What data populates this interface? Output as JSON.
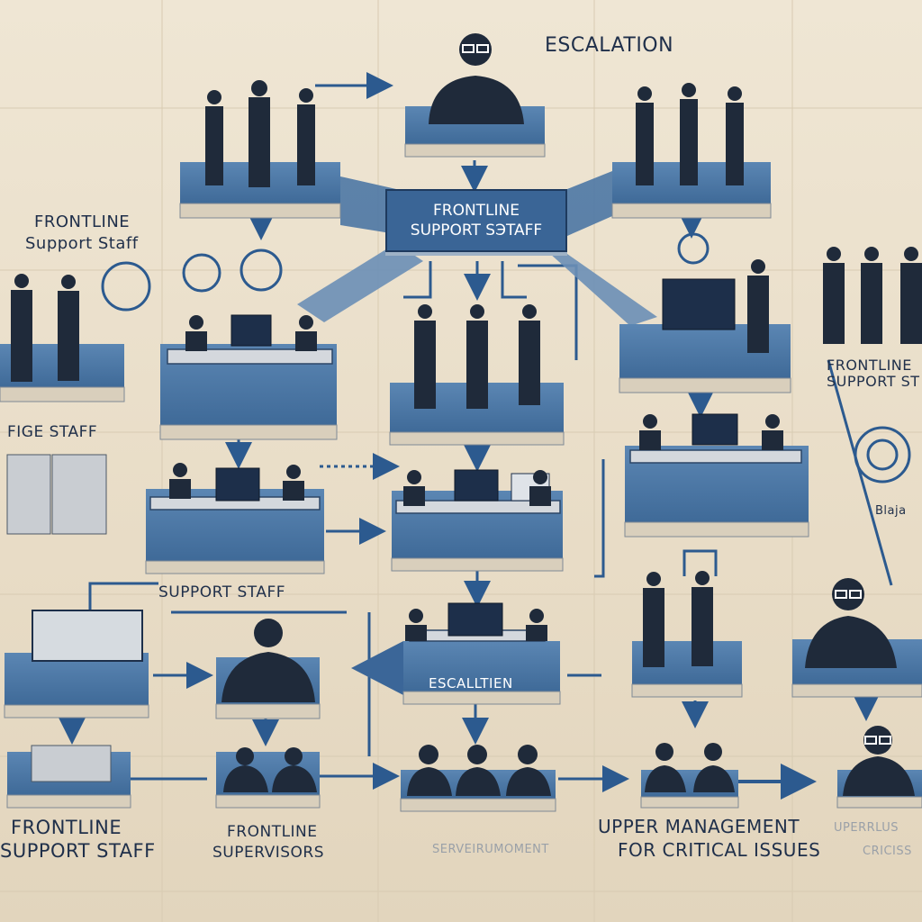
{
  "labels": {
    "escalation_top": "ESCALATION",
    "center_title_line1": "FRONTLINE",
    "center_title_line2": "SUPPORT SЭTAFF",
    "left_frontline_line1": "FRONTLINE",
    "left_frontline_line2": "Support Staff",
    "left_staff": "FIGE STAFF",
    "right_frontline_line1": "FRONTLINE",
    "right_frontline_line2": "SUPPORT ST",
    "right_tag": "Blaja",
    "support_staff_mid": "SUPPORT STAFF",
    "escalation_mid": "ESCALLTIEN",
    "bottom_left_line1": "FRONTLINE",
    "bottom_left_line2": "SUPPORT STAFF",
    "bottom_supervisors_line1": "FRONTLINE",
    "bottom_supervisors_line2": "SUPERVISORS",
    "bottom_faint": "SERVEIRUMOMENT",
    "upper_line1": "UPPER MANAGEMENT",
    "upper_line2": "FOR CRITICAL ISSUES",
    "far_right_line1": "UPERRLUS",
    "far_right_line2": "CRICISS"
  },
  "colors": {
    "platform_top": "#4f79a6",
    "platform_front": "#2f5683",
    "arrow": "#2c5a8f",
    "figure": "#1f2a3a",
    "background": "#e9dfcc"
  }
}
